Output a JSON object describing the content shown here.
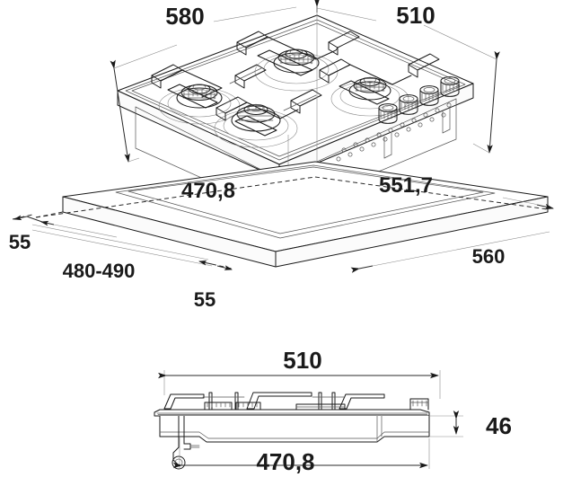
{
  "title": "Gas hob installation dimension drawing",
  "views": {
    "isometric": {
      "name": "isometric-hob-view",
      "description": "Four burner gas hob shown in isometric projection above worktop cut-out"
    },
    "worktop": {
      "name": "worktop-cutout-view",
      "description": "Worktop panel with rectangular cut-out"
    },
    "side": {
      "name": "side-elevation-view",
      "description": "Side elevation of the hob"
    }
  },
  "dimensions": {
    "hob_width": "580",
    "hob_depth": "510",
    "cutout_depth": "470,8",
    "cutout_width": "551,7",
    "worktop_front_margin": "55",
    "worktop_side_margin": "55",
    "worktop_depth_range": "480-490",
    "worktop_width": "560",
    "side_total_width": "510",
    "side_body_height": "46",
    "side_body_width": "470,8"
  },
  "labels": [
    {
      "id": "dim-580",
      "text": "580",
      "meaning": "hob overall width in mm"
    },
    {
      "id": "dim-510-top",
      "text": "510",
      "meaning": "hob overall depth in mm"
    },
    {
      "id": "dim-470-8",
      "text": "470,8",
      "meaning": "cut-out depth in mm"
    },
    {
      "id": "dim-551-7",
      "text": "551,7",
      "meaning": "cut-out width in mm"
    },
    {
      "id": "dim-55-left",
      "text": "55",
      "meaning": "minimum rear/side margin in mm"
    },
    {
      "id": "dim-55-front",
      "text": "55",
      "meaning": "minimum front margin in mm"
    },
    {
      "id": "dim-480-490",
      "text": "480-490",
      "meaning": "worktop depth range in mm"
    },
    {
      "id": "dim-560",
      "text": "560",
      "meaning": "worktop width in mm"
    },
    {
      "id": "dim-510-side",
      "text": "510",
      "meaning": "side view overall length in mm"
    },
    {
      "id": "dim-46",
      "text": "46",
      "meaning": "body depth below worktop in mm"
    },
    {
      "id": "dim-470-8-side",
      "text": "470,8",
      "meaning": "side view body length in mm"
    }
  ],
  "colors": {
    "line": "#1a1a1a",
    "thin_line": "#555555",
    "background": "#ffffff"
  }
}
